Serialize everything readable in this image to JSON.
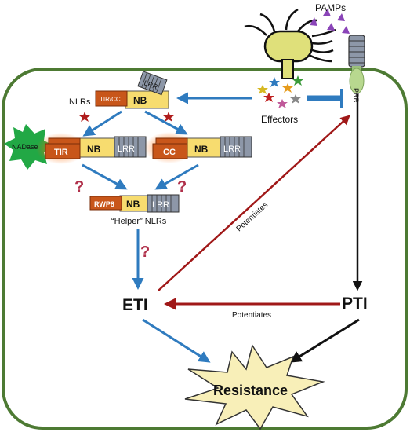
{
  "labels": {
    "pamps": "PAMPs",
    "prr": "PRR",
    "effectors": "Effectors",
    "nlrs": "NLRs",
    "tir_cc": "TIR/CC",
    "nb": "NB",
    "lrr": "LRR",
    "nadase": "NADase",
    "tir": "TIR",
    "cc": "CC",
    "rwp8": "RWP8",
    "helper_nlrs": "“Helper” NLRs",
    "question": "?",
    "potentiates": "Potentiates",
    "eti": "ETI",
    "pti": "PTI",
    "resistance": "Resistance"
  },
  "colors": {
    "cell_wall": "#4d7a33",
    "blue_arrow": "#2f7bbf",
    "red_arrow": "#a01818",
    "black_arrow": "#111111",
    "nb_fill": "#f7dc6f",
    "orange_domain": "#c8561a",
    "lrr_fill": "#8d97a8",
    "nadase_star": "#22a845",
    "resistance_burst": "#f8efb8",
    "bacterium": "#dfe07a",
    "pamp_color": "#8a44b8"
  }
}
